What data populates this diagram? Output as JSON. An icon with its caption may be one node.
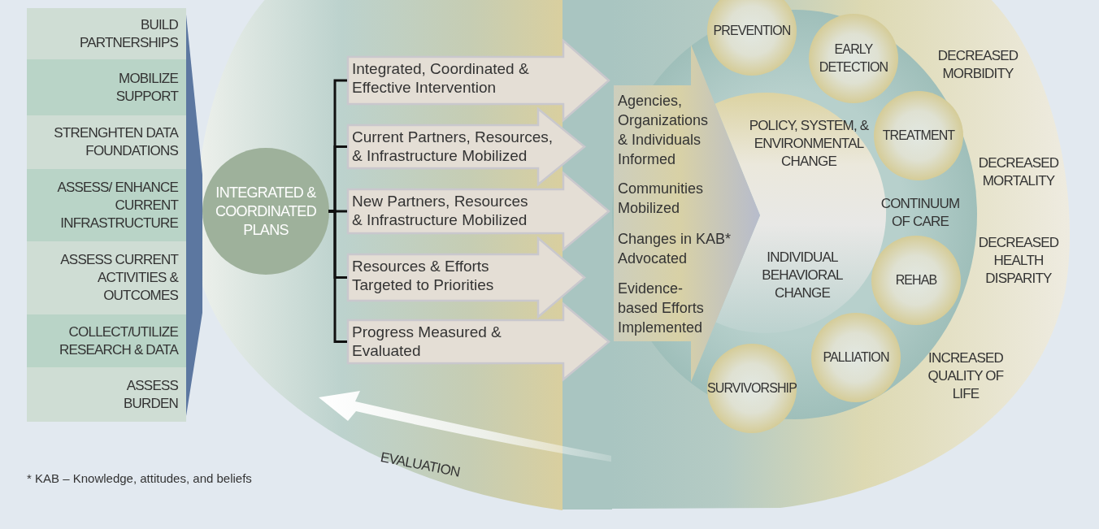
{
  "diagram": {
    "nodes": [
      {
        "text": [
          "BUILD PARTNERSHIPS"
        ]
      },
      {
        "text": [
          "MOBILIZE SUPPORT"
        ]
      },
      {
        "text": [
          "STRENGHTEN DATA FOUNDATIONS"
        ]
      },
      {
        "text": [
          "ASSESS/ ENHANCE CURRENT INFRASTRUCTURE"
        ]
      },
      {
        "text": [
          "ASSESS CURRENT ACTIVITIES & OUTCOMES"
        ]
      },
      {
        "text": [
          "COLLECT/UTILIZE RESEARCH & DATA"
        ]
      },
      {
        "text": [
          "ASSESS BURDEN"
        ]
      },
      {
        "text": [
          "INTEGRATED & COORDINATED PLANS"
        ]
      },
      {
        "text": [
          "Integrated, Coordinated & Effective Intervention"
        ]
      },
      {
        "text": [
          "Current Partners, Resources, & Infrastructure Mobilized"
        ]
      },
      {
        "text": [
          "New Partners, Resources & Infrastructure Mobilized"
        ]
      },
      {
        "text": [
          "Resources & Efforts Targeted to Priorities"
        ]
      },
      {
        "text": [
          "Progress Measured & Evaluated"
        ]
      },
      {
        "text": [
          "Agencies, Organizations & Individuals Informed",
          "Communities Mobilized",
          "Changes in KAB* Advocated",
          "Evidence-based Efforts Implemented"
        ],
        "in": 15
      },
      {
        "text": [
          "DECREASED MORBIDITY",
          "DECREASED MORTALITY",
          "DECREASED HEALTH DISPARITY",
          "INCREASED QUALITY OF LIFE"
        ]
      },
      {
        "text": [
          "CONTINUUM OF CARE"
        ],
        "in": 14
      },
      {
        "text": [
          "POLICY, SYSTEM, & ENVIRONMENTAL CHANGE",
          "INDIVIDUAL BEHAVIORAL CHANGE"
        ],
        "in": 15
      },
      {
        "text": [
          "PREVENTION"
        ],
        "in": 14
      },
      {
        "text": [
          "EARLY DETECTION"
        ],
        "in": 15
      },
      {
        "text": [
          "TREATMENT"
        ],
        "in": 15
      },
      {
        "text": [
          "REHAB"
        ],
        "in": 15
      },
      {
        "text": [
          "PALLIATION"
        ],
        "in": 15
      },
      {
        "text": [
          "SURVIVORSHIP"
        ],
        "in": 14
      },
      {
        "text": [],
        "shape": "bar"
      }
    ],
    "edges": [
      {
        "from": 7,
        "to": 8,
        "arrow": "none"
      },
      {
        "from": 7,
        "to": 9,
        "arrow": "none"
      },
      {
        "from": 7,
        "to": 10,
        "arrow": "none"
      },
      {
        "from": 7,
        "to": 11,
        "arrow": "none"
      },
      {
        "from": 7,
        "to": 12,
        "arrow": "none"
      }
    ],
    "labels": [
      "EVALUATION",
      "* KAB – Knowledge, attitudes, and beliefs"
    ]
  }
}
